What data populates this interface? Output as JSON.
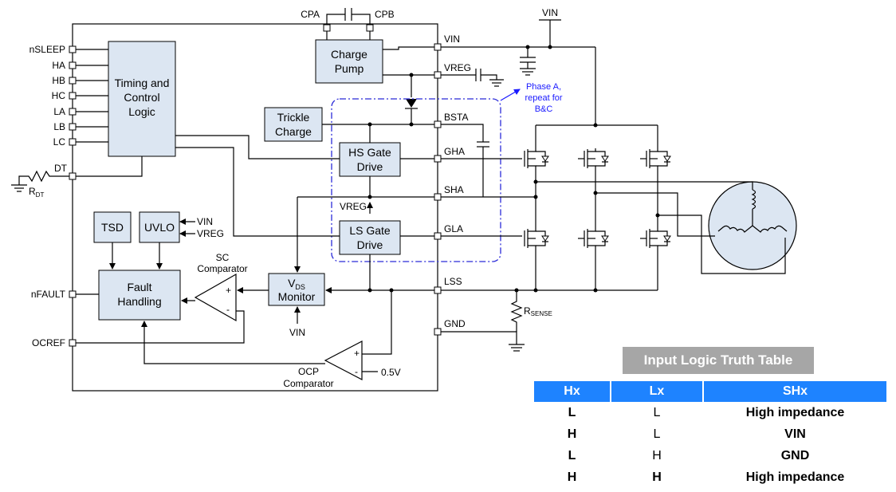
{
  "pins_left": [
    "nSLEEP",
    "HA",
    "HB",
    "HC",
    "LA",
    "LB",
    "LC",
    "DT",
    "nFAULT",
    "OCREF"
  ],
  "pins_right": [
    "VIN",
    "VREG",
    "BSTA",
    "GHA",
    "SHA",
    "GLA",
    "LSS",
    "GND"
  ],
  "cap_pins": [
    "CPA",
    "CPB"
  ],
  "blocks": {
    "timing": [
      "Timing and",
      "Control",
      "Logic"
    ],
    "charge_pump": [
      "Charge",
      "Pump"
    ],
    "trickle": [
      "Trickle",
      "Charge"
    ],
    "hs_gate": [
      "HS Gate",
      "Drive"
    ],
    "ls_gate": [
      "LS Gate",
      "Drive"
    ],
    "tsd": "TSD",
    "uvlo": "UVLO",
    "fault": [
      "Fault",
      "Handling"
    ],
    "vds_monitor": {
      "main": "V",
      "sub": "DS",
      "line2": "Monitor"
    }
  },
  "labels": {
    "vin_top": "VIN",
    "rdt": {
      "main": "R",
      "sub": "DT"
    },
    "rsense": {
      "main": "R",
      "sub": "SENSE"
    },
    "uvlo_vin": "VIN",
    "uvlo_vreg": "VREG",
    "vreg_internal": "VREG",
    "vds_vin": "VIN",
    "sc_comparator": [
      "SC",
      "Comparator"
    ],
    "ocp_comparator": [
      "OCP",
      "Comparator"
    ],
    "threshold": "0.5V",
    "plus": "+",
    "minus": "-",
    "phase_note": [
      "Phase A,",
      "repeat for",
      "B&C"
    ]
  },
  "truth_table": {
    "title": "Input Logic Truth Table",
    "headers": [
      "Hx",
      "Lx",
      "SHx"
    ],
    "rows": [
      [
        "L",
        "L",
        "High impedance"
      ],
      [
        "H",
        "L",
        "VIN"
      ],
      [
        "L",
        "H",
        "GND"
      ],
      [
        "H",
        "H",
        "High impedance"
      ]
    ]
  },
  "colors": {
    "block_fill": "#dce6f2",
    "table_header": "#1e83ff",
    "table_title": "#a6a6a6",
    "phase_box": "#2b2bd8"
  }
}
